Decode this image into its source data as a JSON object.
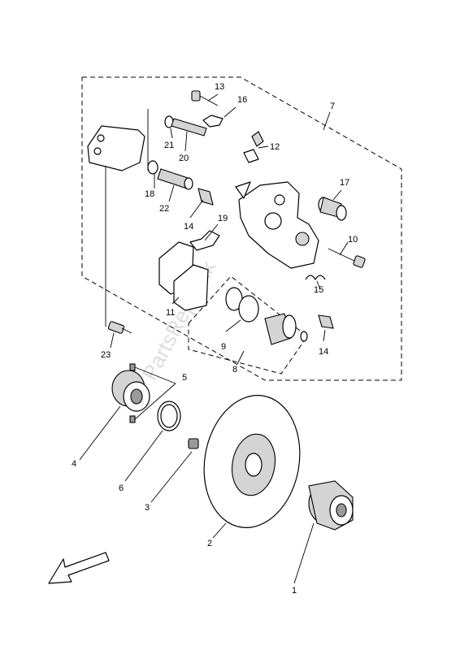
{
  "watermark": "PartsRepublik",
  "callouts": [
    {
      "id": "1",
      "text": "1"
    },
    {
      "id": "2",
      "text": "2"
    },
    {
      "id": "3",
      "text": "3"
    },
    {
      "id": "4",
      "text": "4"
    },
    {
      "id": "5",
      "text": "5"
    },
    {
      "id": "6",
      "text": "6"
    },
    {
      "id": "7",
      "text": "7"
    },
    {
      "id": "8",
      "text": "8"
    },
    {
      "id": "9",
      "text": "9"
    },
    {
      "id": "10",
      "text": "10"
    },
    {
      "id": "11",
      "text": "11"
    },
    {
      "id": "12",
      "text": "12"
    },
    {
      "id": "13",
      "text": "13"
    },
    {
      "id": "14a",
      "text": "14"
    },
    {
      "id": "14b",
      "text": "14"
    },
    {
      "id": "15",
      "text": "15"
    },
    {
      "id": "16",
      "text": "16"
    },
    {
      "id": "17",
      "text": "17"
    },
    {
      "id": "18",
      "text": "18"
    },
    {
      "id": "19",
      "text": "19"
    },
    {
      "id": "20",
      "text": "20"
    },
    {
      "id": "21",
      "text": "21"
    },
    {
      "id": "22",
      "text": "22"
    },
    {
      "id": "23",
      "text": "23"
    }
  ]
}
